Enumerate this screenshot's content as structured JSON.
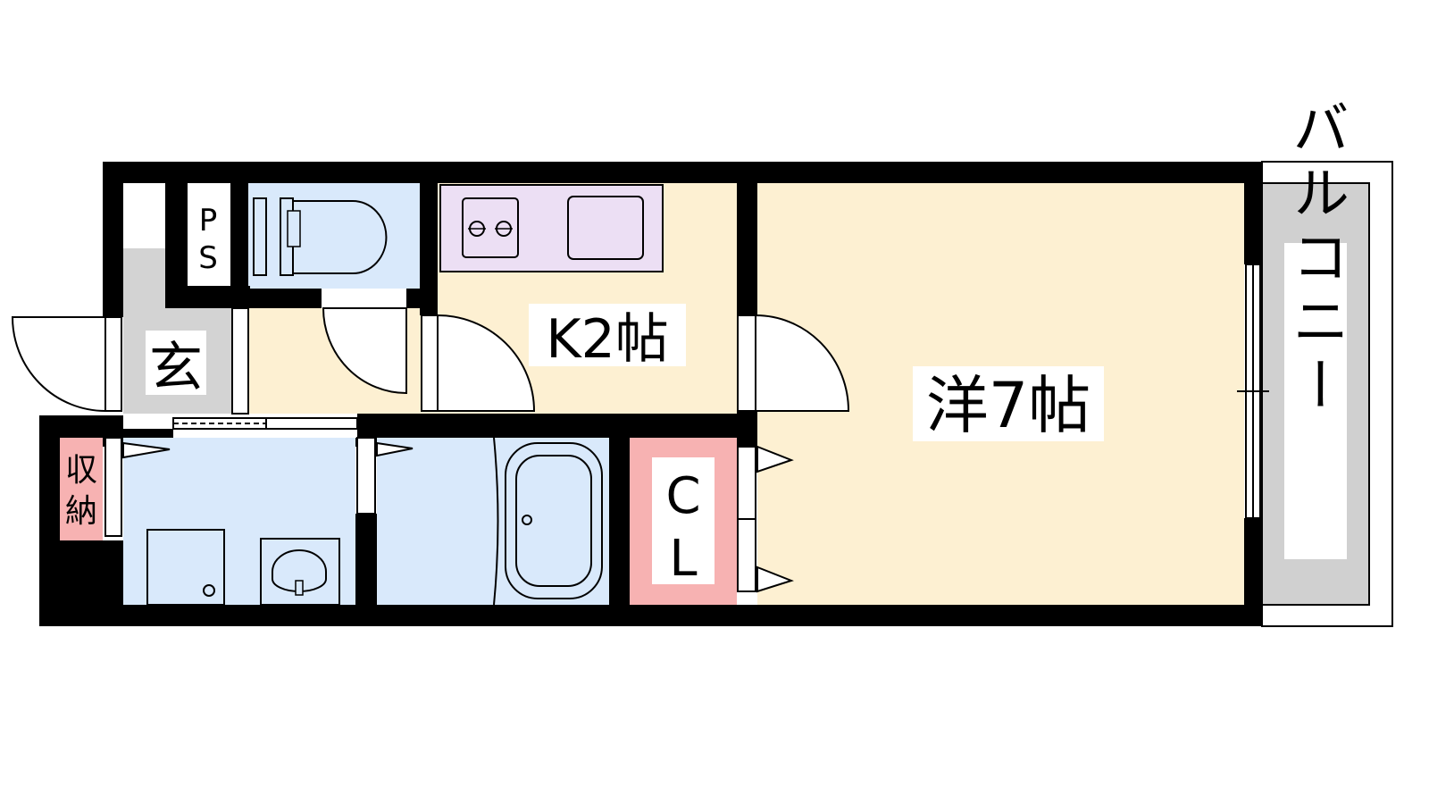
{
  "floor_plan": {
    "rooms": {
      "western_room": {
        "label": "洋7帖",
        "fill": "#fdf0d2"
      },
      "kitchen": {
        "label": "K2帖",
        "fill": "#fdf0d2"
      },
      "entrance": {
        "label": "玄",
        "fill": "#d3d3d3"
      },
      "closet": {
        "label_line1": "C",
        "label_line2": "L",
        "fill": "#f7b2b2"
      },
      "storage": {
        "label_line1": "収",
        "label_line2": "納",
        "fill": "#f7b2b2"
      },
      "pipe_space": {
        "label_line1": "P",
        "label_line2": "S"
      },
      "balcony": {
        "label": "バルコニー",
        "fill": "#d0d0d0"
      }
    },
    "colors": {
      "wall": "#000000",
      "wet_area": "#d9e9fb",
      "kitchen_counter": "#ecdff4",
      "floor": "#fdf0d2"
    }
  }
}
